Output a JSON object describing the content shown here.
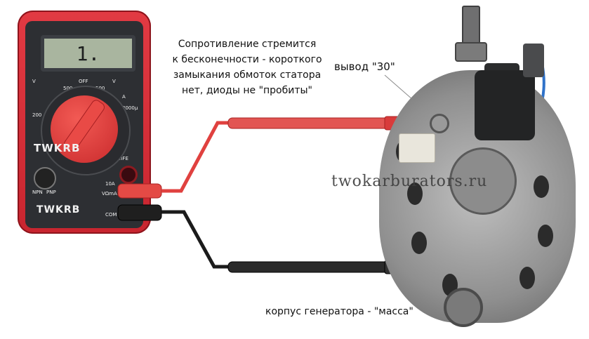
{
  "caption_main_lines": [
    "Сопротивление стремится",
    "к бесконечности - короткого",
    "замыкания обмоток статора",
    "нет, диоды не \"пробиты\""
  ],
  "caption_terminal": "вывод \"30\"",
  "caption_ground": "корпус генератора - \"масса\"",
  "watermark": "twokarburators.ru",
  "multimeter": {
    "display_value": "1.",
    "brand_top": "TWKRB",
    "brand_bottom": "TWKRB",
    "dial_labels": [
      "V",
      "OFF",
      "V",
      "A",
      "200",
      "2000μ",
      "500",
      "500",
      "hFE",
      "NPN",
      "PNP",
      "COM",
      "VΩmA",
      "10A"
    ]
  },
  "colors": {
    "meter_red": "#d52b35",
    "probe_red": "#e0413f",
    "probe_black": "#1b1b1b"
  }
}
